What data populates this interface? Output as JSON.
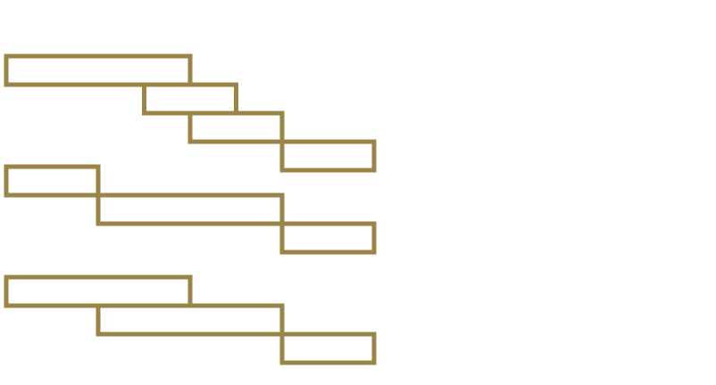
{
  "diagram": {
    "type": "gantt-like-bars",
    "stroke_color": "#9a8448",
    "background": "#ffffff",
    "unit_scale_note": "",
    "groups": [
      {
        "id": "group-1",
        "bars": [
          {
            "start": 0,
            "end": 4
          },
          {
            "start": 3,
            "end": 5
          },
          {
            "start": 4,
            "end": 6
          },
          {
            "start": 6,
            "end": 8
          }
        ]
      },
      {
        "id": "group-2",
        "bars": [
          {
            "start": 0,
            "end": 2
          },
          {
            "start": 2,
            "end": 6
          },
          {
            "start": 6,
            "end": 8
          }
        ]
      },
      {
        "id": "group-3",
        "bars": [
          {
            "start": 0,
            "end": 4
          },
          {
            "start": 2,
            "end": 6
          },
          {
            "start": 6,
            "end": 8
          }
        ]
      }
    ]
  }
}
